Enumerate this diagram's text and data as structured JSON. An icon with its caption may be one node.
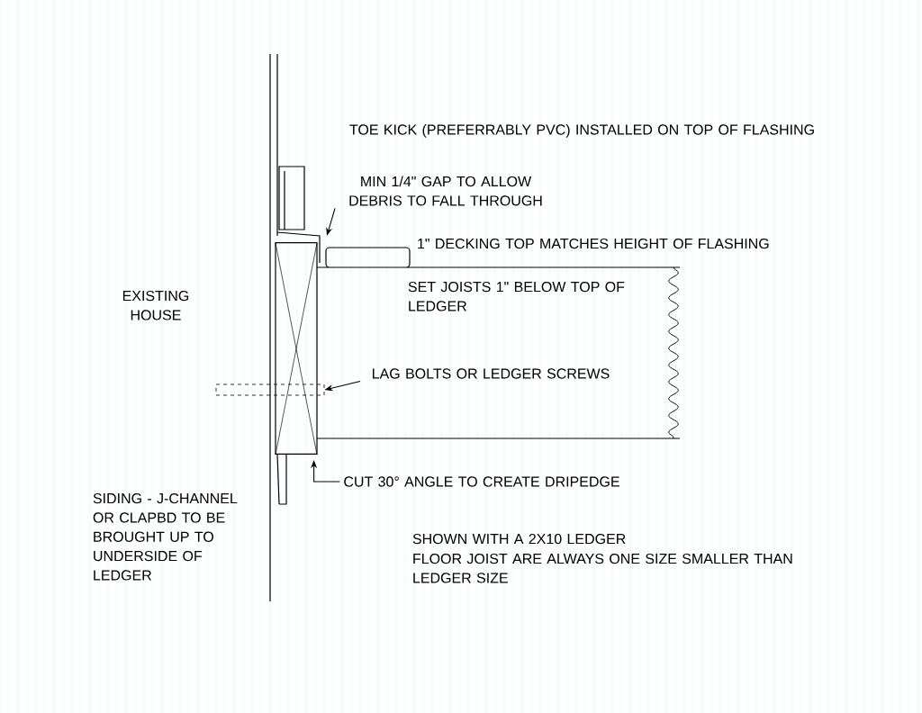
{
  "diagram": {
    "nodes": [
      {
        "text": [
          "MIN 1/4\" GAP TO ALLOW DEBRIS TO FALL THROUGH"
        ]
      },
      {
        "text": [
          "LAG BOLTS OR LEDGER SCREWS"
        ]
      },
      {
        "text": [
          "CUT 30° ANGLE TO CREATE DRIPEDGE"
        ]
      },
      {
        "text": [],
        "shape": "box"
      },
      {
        "text": [],
        "shape": "bar"
      }
    ],
    "edges": [
      {
        "from": 0,
        "to": null,
        "arrow": "to"
      },
      {
        "from": 1,
        "to": 4,
        "arrow": "to"
      },
      {
        "from": 2,
        "to": 3,
        "arrow": "to"
      }
    ],
    "labels": [
      "TOE KICK (PREFERRABLY PVC) INSTALLED ON TOP OF FLASHING",
      "1\" DECKING TOP MATCHES HEIGHT OF FLASHING",
      "SET JOISTS 1\" BELOW TOP OF LEDGER",
      "EXISTING HOUSE",
      "SIDING - J-CHANNEL OR CLAPBD TO BE BROUGHT UP TO UNDERSIDE OF LEDGER",
      "SHOWN WITH A 2X10 LEDGER",
      "FLOOR JOIST ARE ALWAYS ONE SIZE SMALLER THAN LEDGER SIZE"
    ]
  }
}
